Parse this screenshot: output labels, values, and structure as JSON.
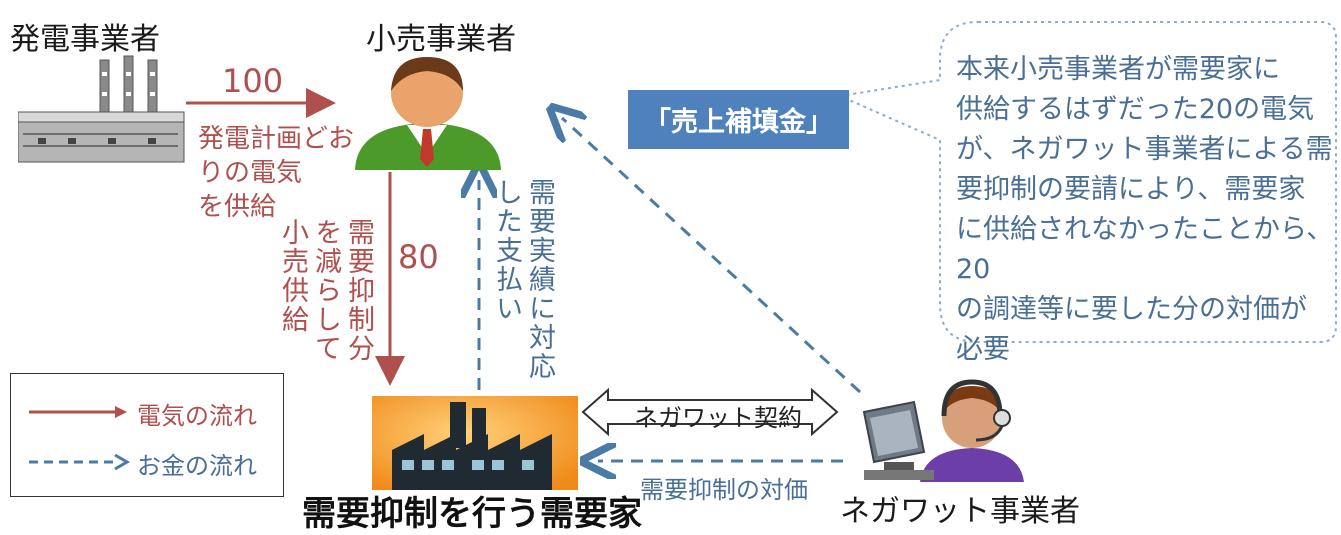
{
  "actors": {
    "generator": "発電事業者",
    "retailer": "小売事業者",
    "consumer": "需要抑制を行う需要家",
    "aggregator": "ネガワット事業者"
  },
  "flows": {
    "supply_amount": "100",
    "supply_note": [
      "発電計画どお",
      "りの電気",
      "を供給"
    ],
    "reduced_amount": "80",
    "reduced_note_cols": [
      "需要抑制分",
      "を減らして",
      "小売供給"
    ],
    "payment_note_cols": [
      "需要実績に対応",
      "した支払い"
    ],
    "negawatt_contract": "ネガワット契約",
    "reduction_price": "需要抑制の対価"
  },
  "callout": {
    "badge": "「売上補填金」",
    "lines": [
      "本来小売事業者が需要家に",
      "供給するはずだった20の電気",
      "が、ネガワット事業者による需",
      "要抑制の要請により、需要家",
      "に供給されなかったことから､20",
      "の調達等に要した分の対価が",
      "必要"
    ]
  },
  "legend": {
    "electricity": "電気の流れ",
    "money": "お金の流れ"
  },
  "colors": {
    "electricity_arrow": "#b0504e",
    "money_arrow": "#4a7ba7",
    "badge": "#4f81bd"
  },
  "icons": {
    "generator": "power-plant-icon",
    "retailer": "businessman-icon",
    "consumer": "factory-icon",
    "aggregator": "operator-headset-icon"
  }
}
